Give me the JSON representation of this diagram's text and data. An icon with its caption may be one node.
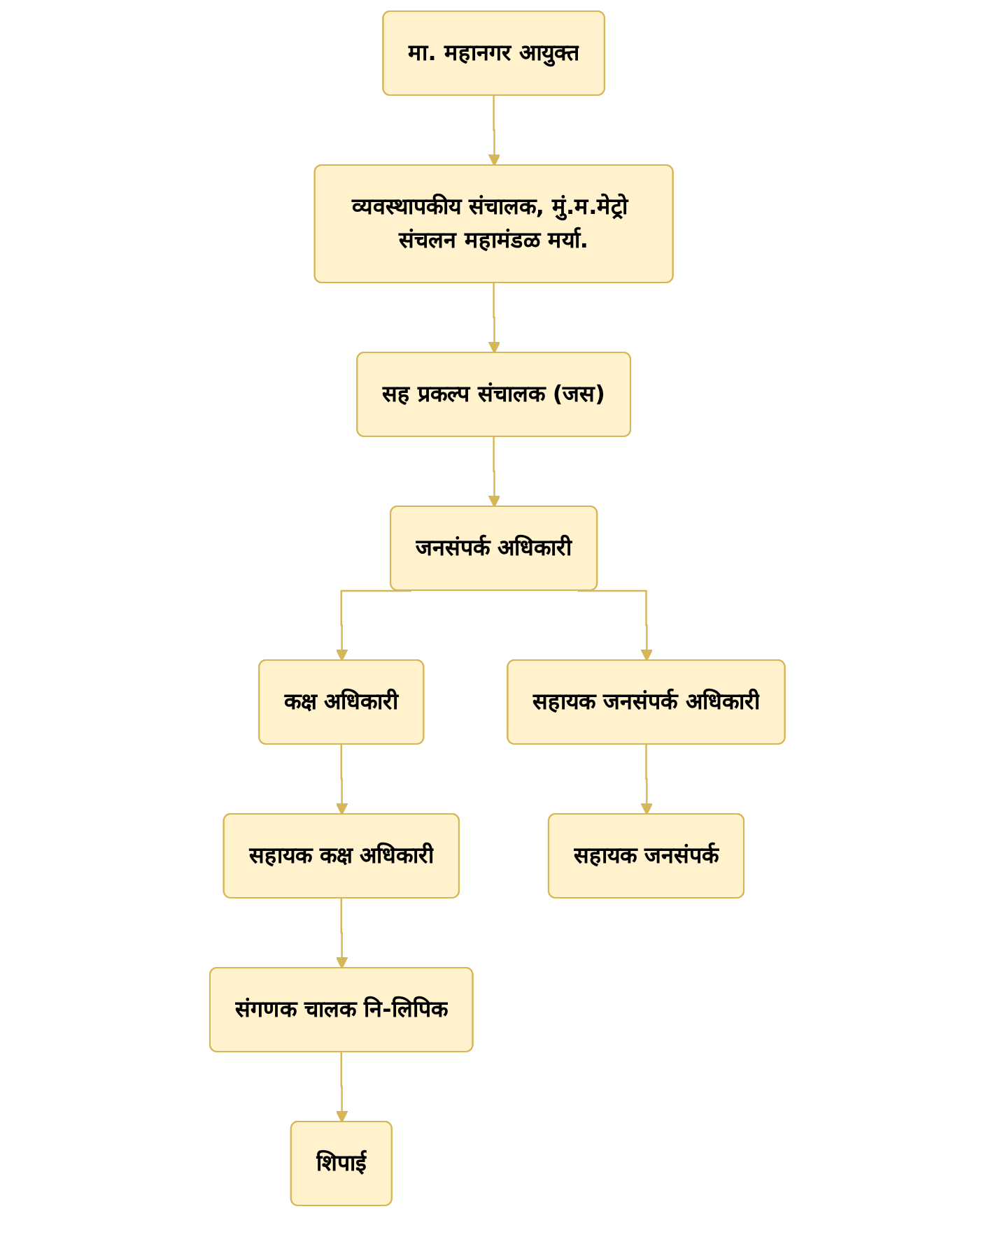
{
  "diagram": {
    "nodes": [
      {
        "text": [
          "मा. महानगर आयुक्त"
        ]
      },
      {
        "text": [
          "व्यवस्थापकीय संचालक, मुं.म.मेट्रो संचलन महामंडळ मर्या."
        ]
      },
      {
        "text": [
          "सह प्रकल्प संचालक (जस)"
        ]
      },
      {
        "text": [
          "जनसंपर्क अधिकारी"
        ]
      },
      {
        "text": [
          "कक्ष अधिकारी"
        ]
      },
      {
        "text": [
          "सहायक जनसंपर्क अधिकारी"
        ]
      },
      {
        "text": [
          "सहायक कक्ष अधिकारी"
        ]
      },
      {
        "text": [
          "सहायक जनसंपर्क"
        ]
      },
      {
        "text": [
          "संगणक चालक नि-लिपिक"
        ]
      },
      {
        "text": [
          "शिपाई"
        ]
      }
    ],
    "edges": [
      {
        "from": 0,
        "to": 1,
        "arrow": "to"
      },
      {
        "from": 1,
        "to": 2,
        "arrow": "to"
      },
      {
        "from": 2,
        "to": 3,
        "arrow": "to"
      },
      {
        "from": 3,
        "to": 4,
        "arrow": "to"
      },
      {
        "from": 3,
        "to": 5,
        "arrow": "to"
      },
      {
        "from": 4,
        "to": 6,
        "arrow": "to"
      },
      {
        "from": 5,
        "to": 7,
        "arrow": "to"
      },
      {
        "from": 6,
        "to": 8,
        "arrow": "to"
      },
      {
        "from": 8,
        "to": 9,
        "arrow": "to"
      }
    ]
  }
}
